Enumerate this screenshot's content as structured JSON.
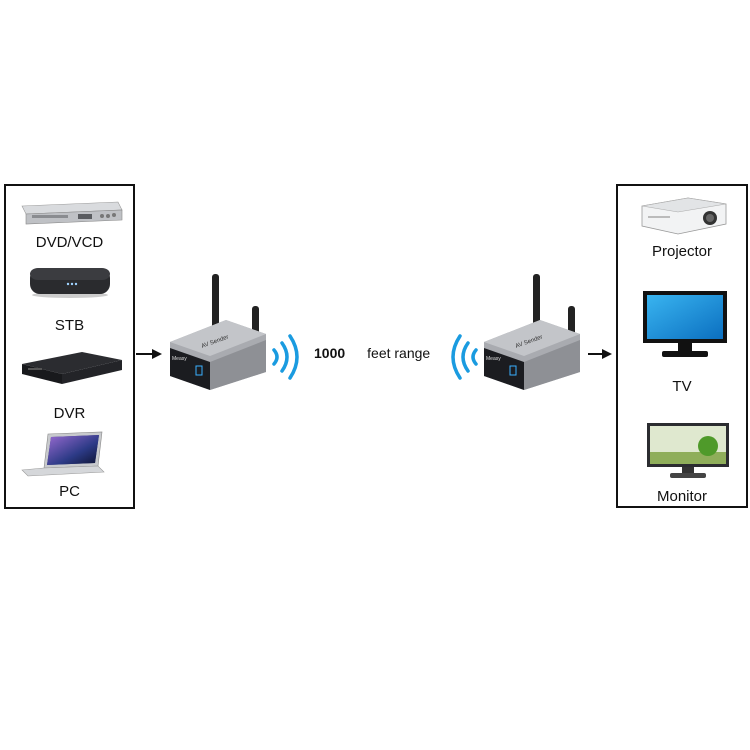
{
  "sources": {
    "items": [
      {
        "label": "DVD/VCD",
        "icon": "dvd-player-icon"
      },
      {
        "label": "STB",
        "icon": "set-top-box-icon"
      },
      {
        "label": "DVR",
        "icon": "dvr-recorder-icon"
      },
      {
        "label": "PC",
        "icon": "laptop-icon"
      }
    ]
  },
  "link": {
    "range_number": "1000",
    "range_text": "feet range",
    "transmitter_brand": "Measy",
    "transmitter_model": "AV Sender",
    "receiver_brand": "Measy",
    "receiver_model": "AV Sender"
  },
  "outputs": {
    "items": [
      {
        "label": "Projector",
        "icon": "projector-icon"
      },
      {
        "label": "TV",
        "icon": "tv-icon"
      },
      {
        "label": "Monitor",
        "icon": "monitor-icon"
      }
    ]
  },
  "colors": {
    "wifi_blue": "#1a9be0",
    "device_silver": "#a9abb0",
    "device_dark": "#1b1c20"
  }
}
